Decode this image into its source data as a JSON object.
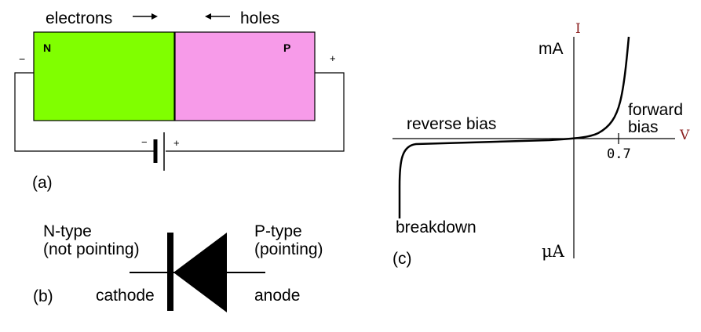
{
  "panel_a": {
    "caption": "(a)",
    "electrons_label": "electrons",
    "holes_label": "holes",
    "n_label": "N",
    "p_label": "P",
    "left_terminal": "−",
    "right_terminal": "+",
    "battery_minus": "−",
    "battery_plus": "+",
    "colors": {
      "n_region": "#80ff00",
      "p_region": "#f79be9",
      "line": "#000000"
    }
  },
  "panel_b": {
    "caption": "(b)",
    "ntype_line1": "N-type",
    "ntype_line2": "(not pointing)",
    "ptype_line1": "P-type",
    "ptype_line2": "(pointing)",
    "cathode_label": "cathode",
    "anode_label": "anode"
  },
  "panel_c": {
    "caption": "(c)",
    "current_axis_label": "I",
    "voltage_axis_label": "V",
    "ma_label": "mA",
    "ua_label": "μA",
    "tick_label": "0.7",
    "reverse_bias_label": "reverse bias",
    "forward_bias_line1": "forward",
    "forward_bias_line2": "bias",
    "breakdown_label": "breakdown",
    "axis_label_color": "#8b2020"
  }
}
